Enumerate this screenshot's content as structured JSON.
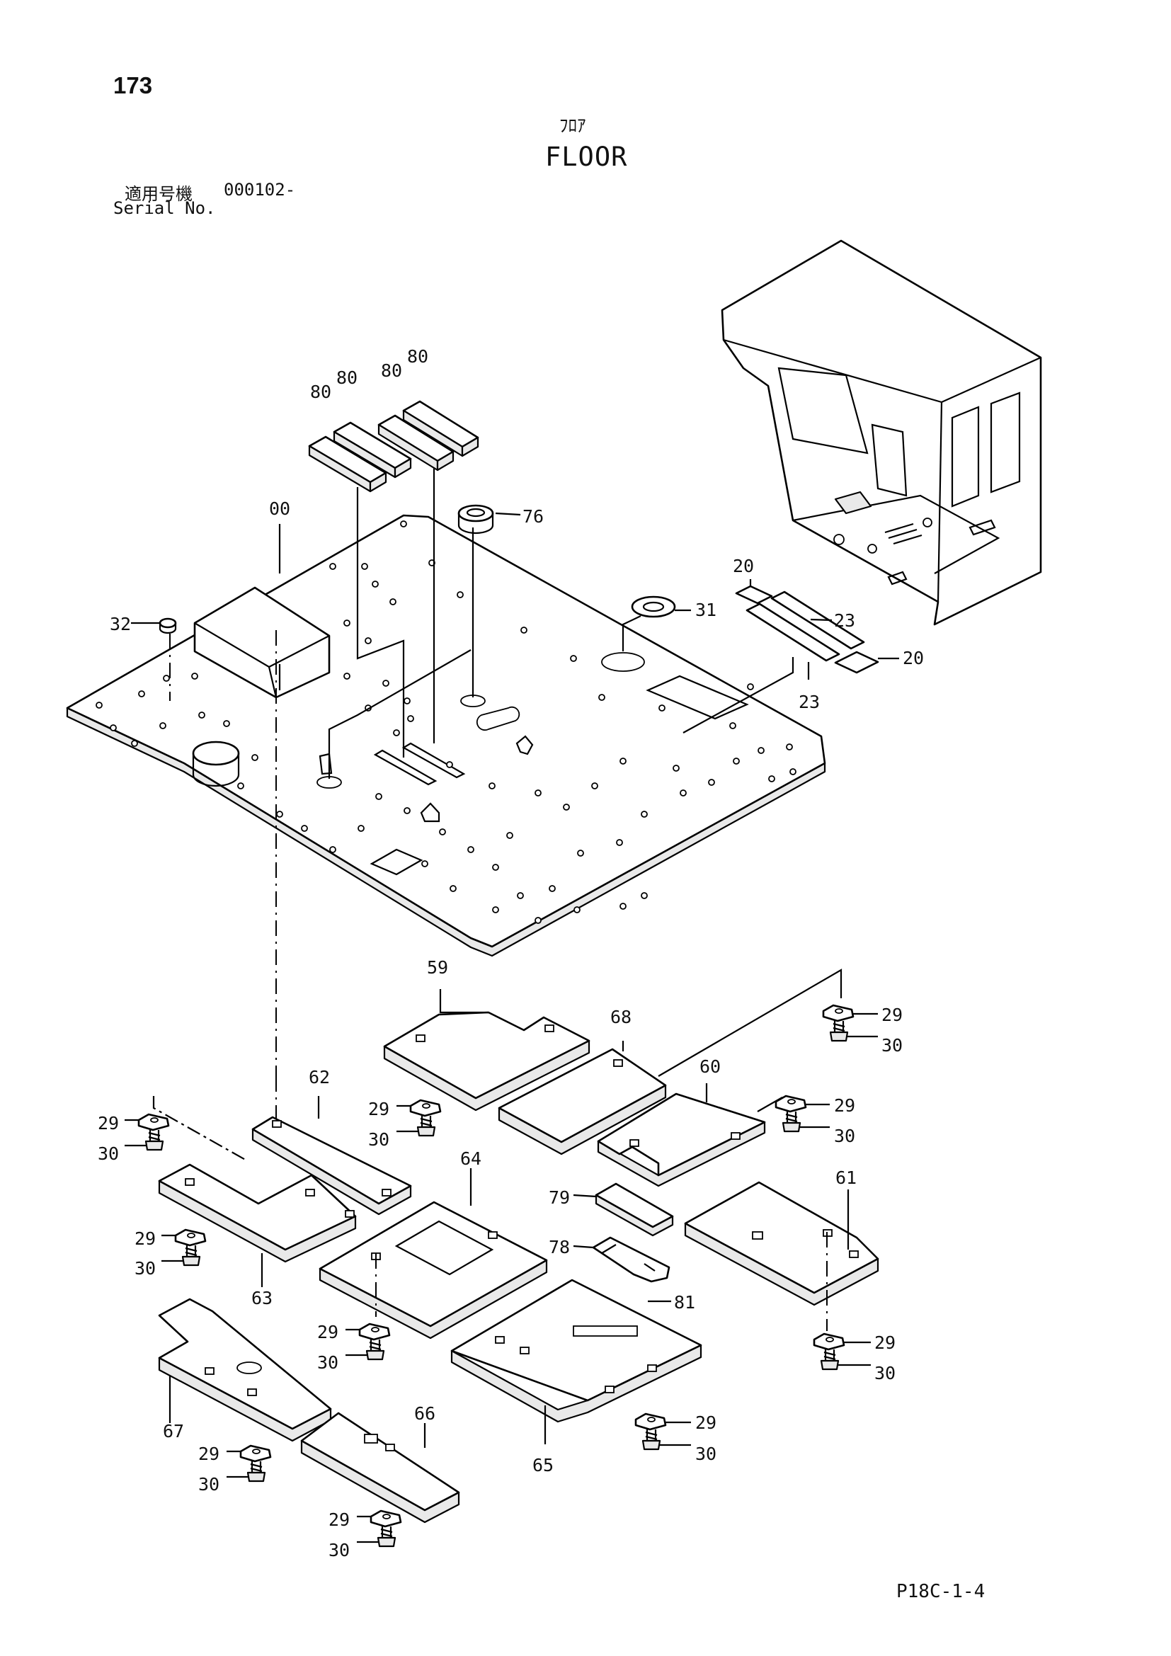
{
  "header": {
    "page_number": "173",
    "title_jp": "ﾌﾛｱ",
    "title_en": "FLOOR",
    "serial_label_jp": "適用号機",
    "serial_value": "000102-",
    "serial_label_en": "Serial No."
  },
  "footer": {
    "page_code": "P18C-1-4"
  },
  "callouts": {
    "c00": "00",
    "c80a": "80",
    "c80b": "80",
    "c80c": "80",
    "c80d": "80",
    "c76": "76",
    "c31": "31",
    "c32": "32",
    "c20a": "20",
    "c20b": "20",
    "c23a": "23",
    "c23b": "23",
    "c59": "59",
    "c68": "68",
    "c60": "60",
    "c61": "61",
    "c62": "62",
    "c63": "63",
    "c64": "64",
    "c65": "65",
    "c66": "66",
    "c67": "67",
    "c78": "78",
    "c79": "79",
    "c81": "81",
    "c29a": "29",
    "c30a": "30",
    "c29b": "29",
    "c30b": "30",
    "c29c": "29",
    "c30c": "30",
    "c29d": "29",
    "c30d": "30",
    "c29e": "29",
    "c30e": "30",
    "c29f": "29",
    "c30f": "30",
    "c29g": "29",
    "c30g": "30",
    "c29h": "29",
    "c30h": "30",
    "c29i": "29",
    "c30i": "30",
    "c29j": "29",
    "c30j": "30"
  }
}
